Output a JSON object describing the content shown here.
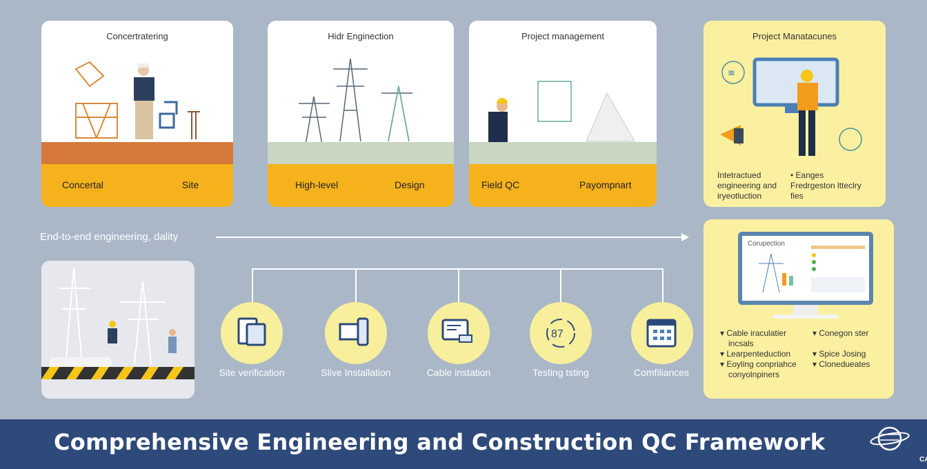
{
  "cards": [
    {
      "title": "Concertratering",
      "left": "Concertal",
      "right": "Site"
    },
    {
      "title": "Hidr Enginection",
      "left": "High-level",
      "right": "Design"
    },
    {
      "title": "Project management",
      "left": "Field QC",
      "right": "Payompnart"
    }
  ],
  "management_card": {
    "title": "Project Manatacunes",
    "col1": [
      "Intetractued",
      "engineering and",
      "iryeotluction"
    ],
    "col2": [
      "• Eanges",
      "Fredrgeston ltteclry",
      "fies"
    ]
  },
  "flow_label": "End-to-end engineering, dality",
  "steps": [
    "Site verification",
    "Slive Installation",
    "Cable instation",
    "Testing tsting",
    "Comfiliances"
  ],
  "completion_card": {
    "screen_title": "Corupection",
    "items_left": [
      "Cable iraculatier",
      "incsals",
      "Learpenteduction",
      "Eoyling conpriahce",
      "conyolnpiners"
    ],
    "items_right": [
      "Conegon ster",
      "Spice Josing",
      "Clonedueates"
    ]
  },
  "footer": {
    "title": "Comprehensive Engineering and Construction QC Framework",
    "logo": "CADSYS"
  },
  "colors": {
    "background": "#aab7c7",
    "band": "#f6b21c",
    "yellow": "#fbf0a0",
    "footer": "#2e4a7a"
  }
}
